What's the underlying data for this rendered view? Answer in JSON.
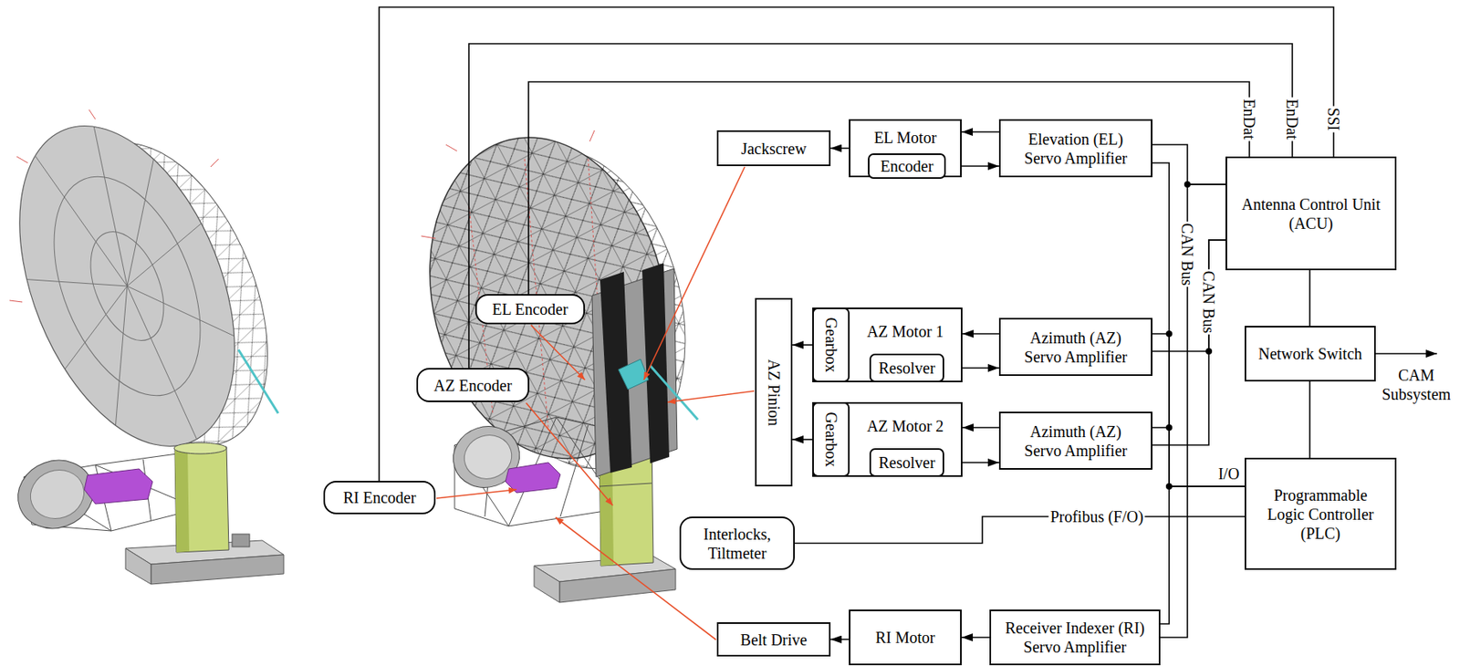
{
  "diagram": {
    "nodes": [
      {
        "text": [
          "Jackscrew"
        ]
      },
      {
        "text": [
          "EL Motor"
        ]
      },
      {
        "text": [
          "Encoder"
        ],
        "in": 1
      },
      {
        "text": [
          "Elevation (EL) Servo Amplifier"
        ]
      },
      {
        "text": [
          "Antenna Control Unit (ACU)"
        ]
      },
      {
        "text": [
          "EL Encoder"
        ]
      },
      {
        "text": [
          "AZ Pinion"
        ]
      },
      {
        "text": [
          "AZ Motor 1"
        ]
      },
      {
        "text": [
          "Gearbox"
        ],
        "in": 7
      },
      {
        "text": [
          "Resolver"
        ],
        "in": 7
      },
      {
        "text": [
          "Azimuth (AZ) Servo Amplifier"
        ]
      },
      {
        "text": [
          "Network Switch"
        ]
      },
      {
        "text": [
          "AZ Encoder"
        ]
      },
      {
        "text": [
          "AZ Motor 2"
        ]
      },
      {
        "text": [
          "Gearbox"
        ],
        "in": 13
      },
      {
        "text": [
          "Resolver"
        ],
        "in": 13
      },
      {
        "text": [
          "Azimuth (AZ) Servo Amplifier"
        ]
      },
      {
        "text": [
          "Programmable Logic Controller (PLC)"
        ]
      },
      {
        "text": [
          "RI Encoder"
        ]
      },
      {
        "text": [
          "Interlocks, Tiltmeter"
        ]
      },
      {
        "text": [
          "Belt Drive"
        ]
      },
      {
        "text": [
          "RI Motor"
        ]
      },
      {
        "text": [
          "Receiver Indexer (RI) Servo Amplifier"
        ]
      }
    ],
    "edges": [
      {
        "from": 1,
        "to": 0,
        "arrow": "to"
      },
      {
        "from": 3,
        "to": 1,
        "arrow": "to"
      },
      {
        "from": 2,
        "to": 3,
        "arrow": "to"
      },
      {
        "from": 10,
        "to": 7,
        "arrow": "to"
      },
      {
        "from": 9,
        "to": 10,
        "arrow": "to"
      },
      {
        "from": 8,
        "to": 6,
        "arrow": "to"
      },
      {
        "from": 16,
        "to": 13,
        "arrow": "to"
      },
      {
        "from": 15,
        "to": 16,
        "arrow": "to"
      },
      {
        "from": 14,
        "to": 6,
        "arrow": "to"
      },
      {
        "from": 21,
        "to": 20,
        "arrow": "to"
      },
      {
        "from": 22,
        "to": 21,
        "arrow": "to"
      },
      {
        "from": 5,
        "to": 4,
        "label": "EnDat",
        "arrow": "none"
      },
      {
        "from": 12,
        "to": 4,
        "label": "EnDat",
        "arrow": "none"
      },
      {
        "from": 18,
        "to": 4,
        "label": "SSI",
        "arrow": "none"
      },
      {
        "from": 4,
        "to": 11,
        "arrow": "none"
      },
      {
        "from": 11,
        "to": 17,
        "arrow": "none"
      },
      {
        "from": 19,
        "to": 17,
        "label": "Profibus (F/O)",
        "arrow": "none"
      },
      {
        "from": 4,
        "to": 3,
        "arrow": "none"
      },
      {
        "from": 4,
        "to": 22,
        "arrow": "none"
      },
      {
        "from": 4,
        "to": 10,
        "arrow": "none"
      },
      {
        "from": 4,
        "to": 16,
        "arrow": "none"
      },
      {
        "from": 17,
        "to": 3,
        "arrow": "none"
      },
      {
        "from": 17,
        "to": 10,
        "arrow": "none"
      },
      {
        "from": 17,
        "to": 16,
        "arrow": "none"
      },
      {
        "from": 17,
        "to": 22,
        "arrow": "none"
      }
    ],
    "labels": [
      "CAN Bus",
      "CAN Bus",
      "I/O",
      "CAM Subsystem"
    ]
  }
}
